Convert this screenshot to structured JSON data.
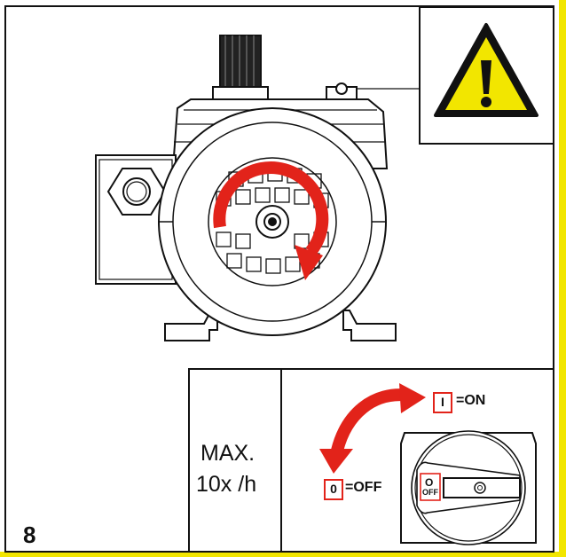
{
  "figure": {
    "number": "8"
  },
  "warning": {
    "icon": "warning-triangle-icon",
    "color": "#f2e600"
  },
  "frequency": {
    "line1": "MAX.",
    "line2": "10x /h"
  },
  "switch": {
    "on_symbol": "I",
    "on_label": "=ON",
    "off_symbol": "0",
    "off_label": "=OFF",
    "knob_o": "O",
    "knob_off": "OFF"
  },
  "colors": {
    "arrow": "#e2231a",
    "border_accent": "#f2e600",
    "line": "#111111"
  }
}
